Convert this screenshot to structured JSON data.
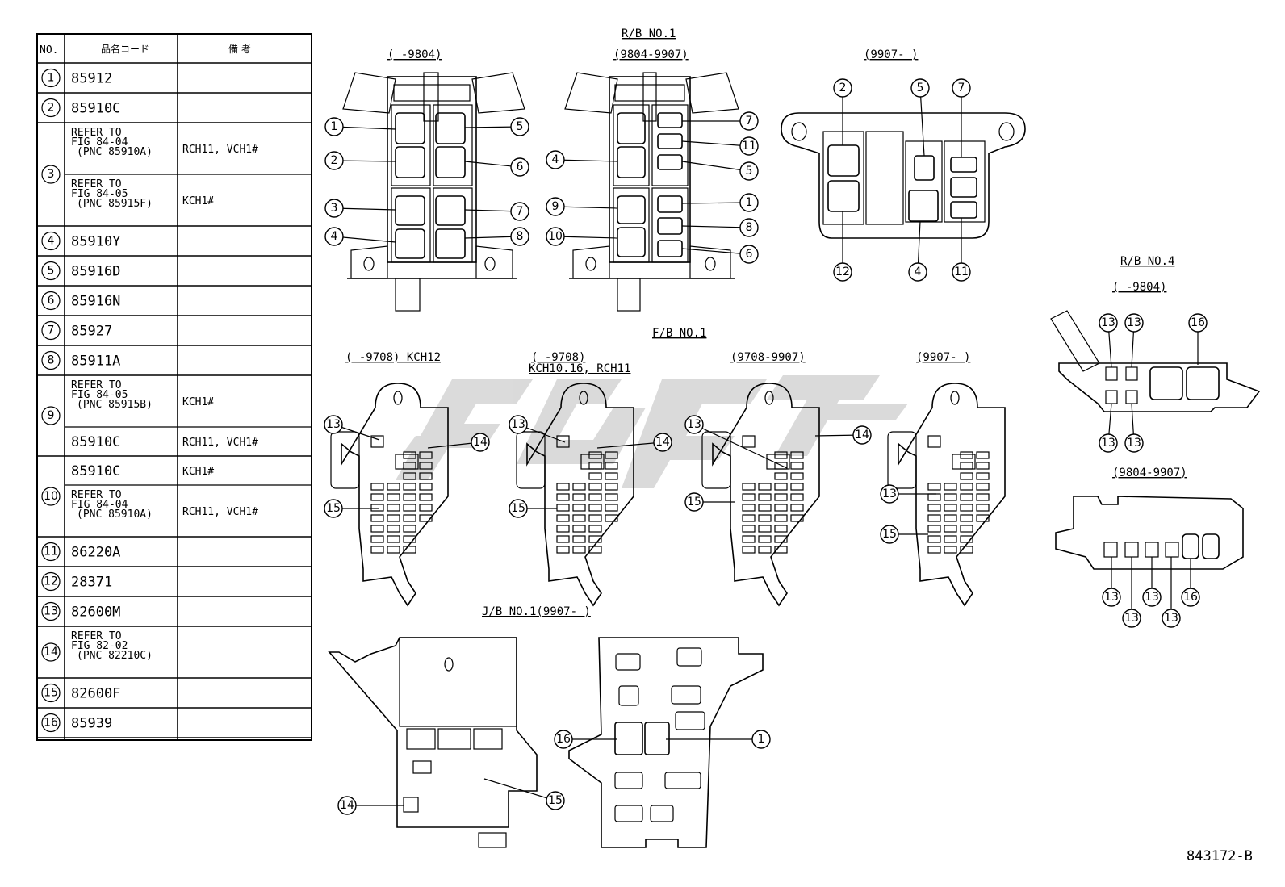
{
  "table": {
    "headers": [
      "NO.",
      "品名コード",
      "備 考"
    ],
    "rows": [
      {
        "no": "1",
        "codes": [
          "85912"
        ],
        "notes": [
          ""
        ]
      },
      {
        "no": "2",
        "codes": [
          "85910C"
        ],
        "notes": [
          ""
        ]
      },
      {
        "no": "3",
        "codes": [
          "REFER TO\nFIG 84-04\n(PNC 85910A)",
          "REFER TO\nFIG 84-05\n(PNC 85915F)"
        ],
        "notes": [
          "RCH11, VCH1#",
          "KCH1#"
        ]
      },
      {
        "no": "4",
        "codes": [
          "85910Y"
        ],
        "notes": [
          ""
        ]
      },
      {
        "no": "5",
        "codes": [
          "85916D"
        ],
        "notes": [
          ""
        ]
      },
      {
        "no": "6",
        "codes": [
          "85916N"
        ],
        "notes": [
          ""
        ]
      },
      {
        "no": "7",
        "codes": [
          "85927"
        ],
        "notes": [
          ""
        ]
      },
      {
        "no": "8",
        "codes": [
          "85911A"
        ],
        "notes": [
          ""
        ]
      },
      {
        "no": "9",
        "codes": [
          "REFER TO\nFIG 84-05\n(PNC 85915B)",
          "85910C"
        ],
        "notes": [
          "KCH1#",
          "RCH11, VCH1#"
        ]
      },
      {
        "no": "10",
        "codes": [
          "85910C",
          "REFER TO\nFIG 84-04\n(PNC 85910A)"
        ],
        "notes": [
          "KCH1#",
          "RCH11, VCH1#"
        ]
      },
      {
        "no": "11",
        "codes": [
          "86220A"
        ],
        "notes": [
          ""
        ]
      },
      {
        "no": "12",
        "codes": [
          "28371"
        ],
        "notes": [
          ""
        ]
      },
      {
        "no": "13",
        "codes": [
          "82600M"
        ],
        "notes": [
          ""
        ]
      },
      {
        "no": "14",
        "codes": [
          "REFER TO\nFIG 82-02\n(PNC 82210C)"
        ],
        "notes": [
          ""
        ]
      },
      {
        "no": "15",
        "codes": [
          "82600F"
        ],
        "notes": [
          ""
        ]
      },
      {
        "no": "16",
        "codes": [
          "85939"
        ],
        "notes": [
          ""
        ]
      }
    ]
  },
  "sections": {
    "rb1_title": "R/B NO.1",
    "rb1_a": "(     -9804)",
    "rb1_b": "(9804-9907)",
    "rb1_c": "(9907-     )",
    "fb1_title": "F/B NO.1",
    "fb1_a": "(     -9708) KCH12",
    "fb1_b1": "(     -9708)",
    "fb1_b2": "KCH10.16, RCH11",
    "fb1_c": "(9708-9907)",
    "fb1_d": "(9907-     )",
    "rb4_title": "R/B NO.4",
    "rb4_a": "(     -9804)",
    "rb4_b": "(9804-9907)",
    "jb1_title": "J/B NO.1(9907-     )"
  },
  "figure_id": "843172-B",
  "callouts": {
    "n1": "1",
    "n2": "2",
    "n3": "3",
    "n4": "4",
    "n5": "5",
    "n6": "6",
    "n7": "7",
    "n8": "8",
    "n9": "9",
    "n10": "10",
    "n11": "11",
    "n12": "12",
    "n13": "13",
    "n14": "14",
    "n15": "15",
    "n16": "16"
  }
}
